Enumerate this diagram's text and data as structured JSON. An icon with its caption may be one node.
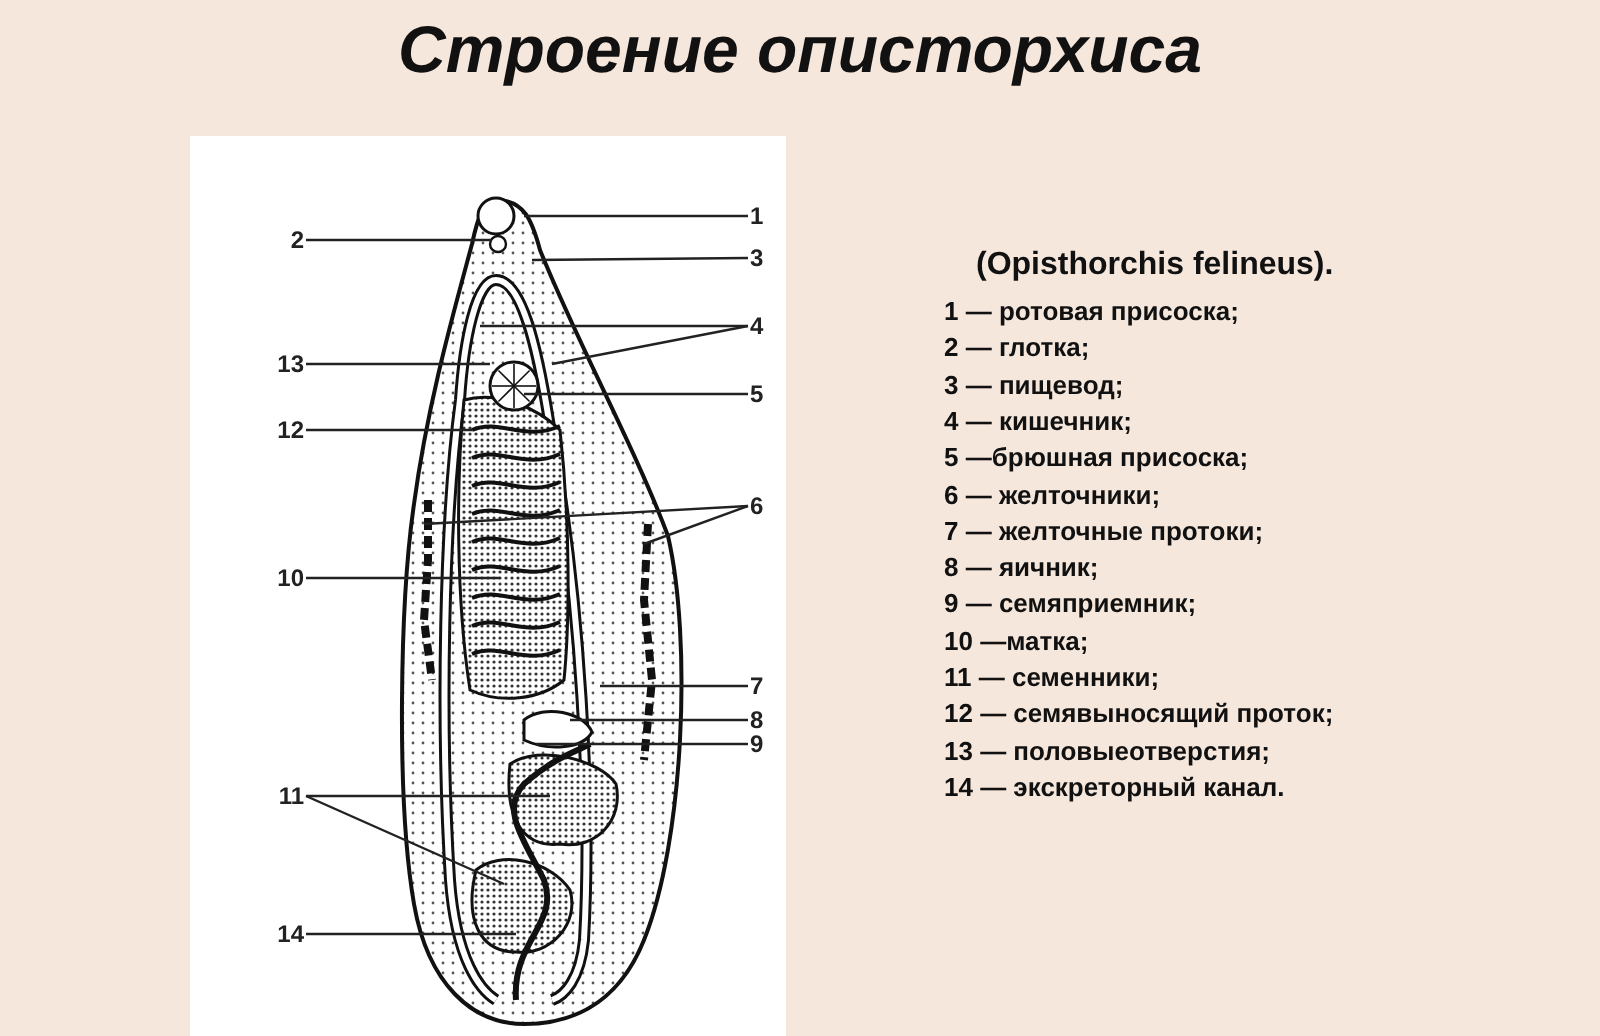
{
  "diagram": {
    "title": "Строение описторхиса",
    "nodes": [
      {
        "text": [
          "1"
        ]
      },
      {
        "text": [
          "2"
        ]
      },
      {
        "text": [
          "3"
        ]
      },
      {
        "text": [
          "4"
        ]
      },
      {
        "text": [
          "13"
        ]
      },
      {
        "text": [
          "5"
        ]
      },
      {
        "text": [
          "12"
        ]
      },
      {
        "text": [
          "6"
        ]
      },
      {
        "text": [
          "10"
        ]
      },
      {
        "text": [
          "7"
        ]
      },
      {
        "text": [
          "8"
        ]
      },
      {
        "text": [
          "9"
        ]
      },
      {
        "text": [
          "11"
        ]
      },
      {
        "text": [
          "14"
        ]
      }
    ],
    "edges": [
      {
        "from": 0,
        "to": null,
        "arrow": "none"
      },
      {
        "from": 1,
        "to": null,
        "arrow": "none"
      },
      {
        "from": 2,
        "to": null,
        "arrow": "none"
      },
      {
        "from": 3,
        "to": null,
        "arrow": "none"
      },
      {
        "from": 3,
        "to": null,
        "arrow": "none"
      },
      {
        "from": 4,
        "to": null,
        "arrow": "none"
      },
      {
        "from": 5,
        "to": null,
        "arrow": "none"
      },
      {
        "from": 6,
        "to": null,
        "arrow": "none"
      },
      {
        "from": 7,
        "to": null,
        "arrow": "none"
      },
      {
        "from": 7,
        "to": null,
        "arrow": "none"
      },
      {
        "from": 8,
        "to": null,
        "arrow": "none"
      },
      {
        "from": 9,
        "to": null,
        "arrow": "none"
      },
      {
        "from": 10,
        "to": null,
        "arrow": "none"
      },
      {
        "from": 11,
        "to": null,
        "arrow": "none"
      },
      {
        "from": 12,
        "to": null,
        "arrow": "none"
      },
      {
        "from": 12,
        "to": null,
        "arrow": "none"
      },
      {
        "from": 13,
        "to": null,
        "arrow": "none"
      }
    ],
    "labels": [
      "(Opisthorchis felineus).",
      "1 — ротовая присоска;",
      "2 — глотка;",
      "3 — пищевод;",
      "4 — кишечник;",
      "5 —брюшная присоска;",
      "6 — желточники;",
      "7 — желточные протоки;",
      "8 — яичник;",
      "9 — семяприемник;",
      "10 —матка;",
      "11 — семенники;",
      "12 — семявыносящий проток;",
      "13 — половыеотверстия;",
      "14 — экскреторный канал."
    ]
  }
}
